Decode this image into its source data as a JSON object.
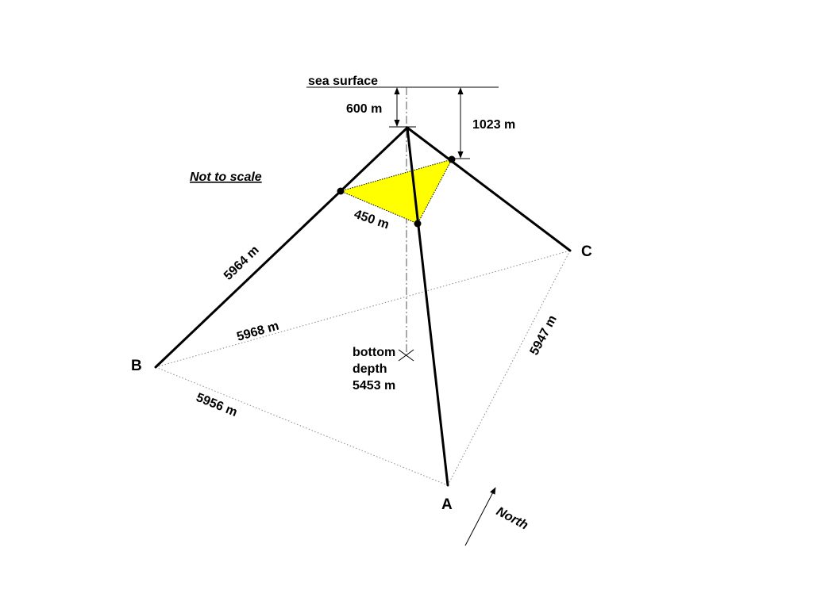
{
  "labels": {
    "sea_surface": "sea surface",
    "depth_600": "600 m",
    "depth_1023": "1023 m",
    "not_to_scale": "Not to scale",
    "side_450": "450 m",
    "leg_5964": "5964 m",
    "base_5968": "5968 m",
    "base_5947": "5947 m",
    "base_5956": "5956 m",
    "bottom_line1": "bottom",
    "bottom_line2": "depth",
    "bottom_line3": "5453 m",
    "anchor_a": "A",
    "anchor_b": "B",
    "anchor_c": "C",
    "north": "North"
  },
  "colors": {
    "highlight_triangle": "#ffff00",
    "line": "#000000",
    "baseline": "#8a8a8a"
  }
}
